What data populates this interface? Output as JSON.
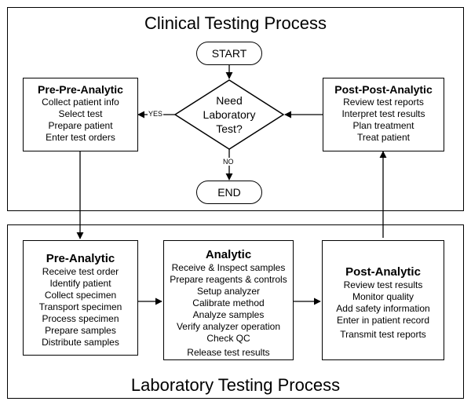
{
  "clinical": {
    "title": "Clinical Testing Process",
    "start": "START",
    "end": "END",
    "decision": {
      "line1": "Need",
      "line2": "Laboratory",
      "line3": "Test?"
    },
    "yes_label": "YES",
    "no_label": "NO",
    "pre_pre": {
      "title": "Pre-Pre-Analytic",
      "items": [
        "Collect patient info",
        "Select test",
        "Prepare patient",
        "Enter test orders"
      ]
    },
    "post_post": {
      "title": "Post-Post-Analytic",
      "items": [
        "Review test reports",
        "Interpret test results",
        "Plan treatment",
        "Treat patient"
      ]
    }
  },
  "laboratory": {
    "title": "Laboratory Testing Process",
    "pre": {
      "title": "Pre-Analytic",
      "items": [
        "Receive test order",
        "Identify patient",
        "Collect specimen",
        "Transport specimen",
        "Process specimen",
        "Prepare samples",
        "Distribute samples"
      ]
    },
    "analytic": {
      "title": "Analytic",
      "items": [
        "Receive & Inspect samples",
        "Prepare reagents & controls",
        "Setup analyzer",
        "Calibrate method",
        "Analyze samples",
        "Verify analyzer operation",
        "Check QC",
        "Release test results"
      ]
    },
    "post": {
      "title": "Post-Analytic",
      "items": [
        "Review test results",
        "Monitor quality",
        "Add safety information",
        "Enter in patient record",
        "Transmit test reports"
      ]
    }
  }
}
